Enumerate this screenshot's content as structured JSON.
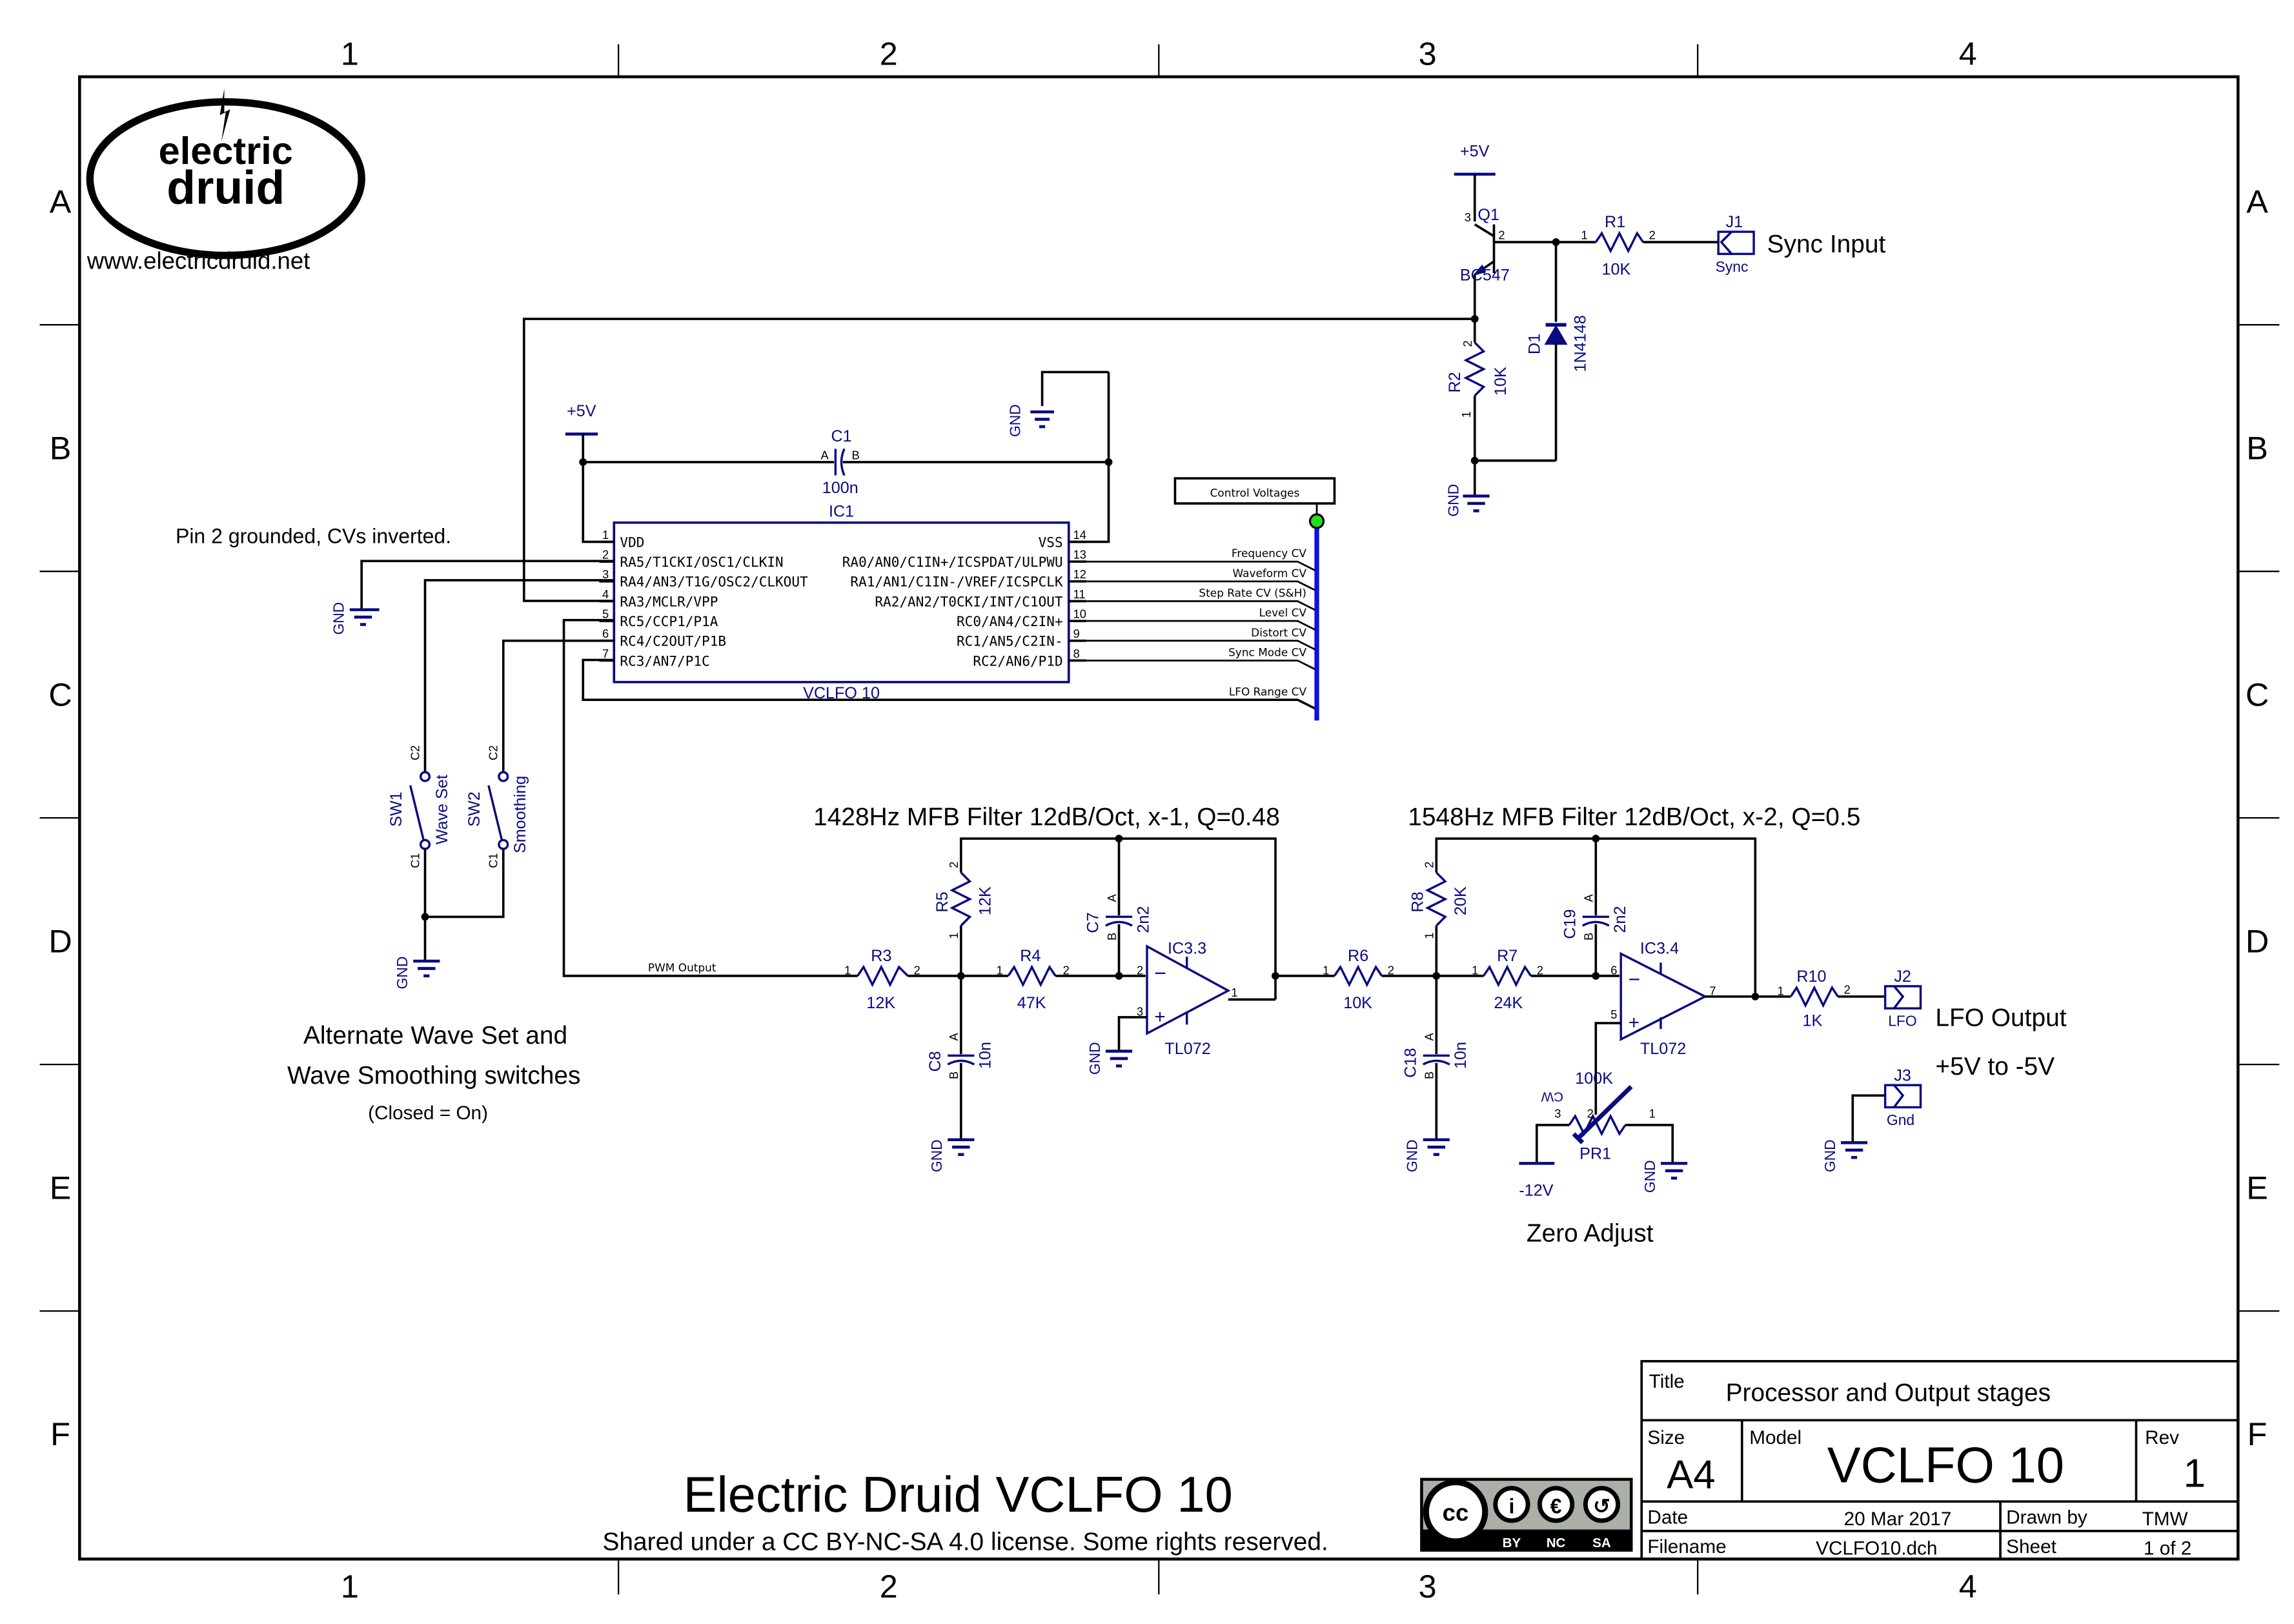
{
  "grid": {
    "columns": [
      "1",
      "2",
      "3",
      "4"
    ],
    "rows": [
      "A",
      "B",
      "C",
      "D",
      "E",
      "F"
    ]
  },
  "logo": {
    "line1": "electric",
    "line2": "druid",
    "url": "www.electricdruid.net"
  },
  "notes": {
    "pin2": "Pin 2 grounded, CVs inverted.",
    "switches_line1": "Alternate Wave Set and",
    "switches_line2": "Wave Smoothing switches",
    "switches_line3": "(Closed = On)",
    "filter1": "1428Hz MFB Filter 12dB/Oct, x-1, Q=0.48",
    "filter2": "1548Hz MFB Filter 12dB/Oct, x-2, Q=0.5",
    "zero_adjust": "Zero Adjust",
    "sync_input": "Sync Input",
    "lfo_output": "LFO Output",
    "output_range": "+5V to -5V"
  },
  "power": {
    "plus5": "+5V",
    "gnd": "GND",
    "minus12": "-12V"
  },
  "ic1": {
    "ref": "IC1",
    "value": "VCLFO 10",
    "left_pins": [
      {
        "num": "1",
        "name": "VDD"
      },
      {
        "num": "2",
        "name": "RA5/T1CKI/OSC1/CLKIN"
      },
      {
        "num": "3",
        "name": "RA4/AN3/T1G/OSC2/CLKOUT"
      },
      {
        "num": "4",
        "name": "RA3/MCLR/VPP"
      },
      {
        "num": "5",
        "name": "RC5/CCP1/P1A"
      },
      {
        "num": "6",
        "name": "RC4/C2OUT/P1B"
      },
      {
        "num": "7",
        "name": "RC3/AN7/P1C"
      }
    ],
    "right_pins": [
      {
        "num": "14",
        "name": "VSS"
      },
      {
        "num": "13",
        "name": "RA0/AN0/C1IN+/ICSPDAT/ULPWU"
      },
      {
        "num": "12",
        "name": "RA1/AN1/C1IN-/VREF/ICSPCLK"
      },
      {
        "num": "11",
        "name": "RA2/AN2/T0CKI/INT/C1OUT"
      },
      {
        "num": "10",
        "name": "RC0/AN4/C2IN+"
      },
      {
        "num": "9",
        "name": "RC1/AN5/C2IN-"
      },
      {
        "num": "8",
        "name": "RC2/AN6/P1D"
      }
    ]
  },
  "bus": {
    "label": "Control Voltages",
    "nets": [
      "Frequency CV",
      "Waveform CV",
      "Step Rate CV (S&H)",
      "Level CV",
      "Distort CV",
      "Sync Mode CV",
      "LFO Range CV"
    ],
    "color": "#1010e0",
    "port_color": "#22dd22"
  },
  "pwm_net": "PWM Output",
  "components": {
    "C1": {
      "ref": "C1",
      "value": "100n"
    },
    "Q1": {
      "ref": "Q1",
      "value": "BC547"
    },
    "R1": {
      "ref": "R1",
      "value": "10K"
    },
    "R2": {
      "ref": "R2",
      "value": "10K"
    },
    "D1": {
      "ref": "D1",
      "value": "1N4148"
    },
    "J1": {
      "ref": "J1",
      "value": "Sync"
    },
    "SW1": {
      "ref": "SW1",
      "value": "Wave Set"
    },
    "SW2": {
      "ref": "SW2",
      "value": "Smoothing"
    },
    "R3": {
      "ref": "R3",
      "value": "12K"
    },
    "R4": {
      "ref": "R4",
      "value": "47K"
    },
    "R5": {
      "ref": "R5",
      "value": "12K"
    },
    "C7": {
      "ref": "C7",
      "value": "2n2"
    },
    "C8": {
      "ref": "C8",
      "value": "10n"
    },
    "IC3_3": {
      "ref": "IC3.3",
      "value": "TL072"
    },
    "R6": {
      "ref": "R6",
      "value": "10K"
    },
    "R7": {
      "ref": "R7",
      "value": "24K"
    },
    "R8": {
      "ref": "R8",
      "value": "20K"
    },
    "C18": {
      "ref": "C18",
      "value": "10n"
    },
    "C19": {
      "ref": "C19",
      "value": "2n2"
    },
    "IC3_4": {
      "ref": "IC3.4",
      "value": "TL072"
    },
    "PR1": {
      "ref": "PR1",
      "value": "100K",
      "cw": "CW"
    },
    "R10": {
      "ref": "R10",
      "value": "1K"
    },
    "J2": {
      "ref": "J2",
      "value": "LFO"
    },
    "J3": {
      "ref": "J3",
      "value": "Gnd"
    }
  },
  "footer": {
    "title": "Electric Druid VCLFO 10",
    "license": "Shared under a CC BY-NC-SA 4.0 license. Some rights reserved.",
    "cc_badges": [
      "BY",
      "NC",
      "SA"
    ]
  },
  "title_block": {
    "title_label": "Title",
    "title_value": "Processor and Output stages",
    "size_label": "Size",
    "size_value": "A4",
    "model_label": "Model",
    "model_value": "VCLFO 10",
    "rev_label": "Rev",
    "rev_value": "1",
    "date_label": "Date",
    "date_value": "20 Mar 2017",
    "drawn_label": "Drawn by",
    "drawn_value": "TMW",
    "filename_label": "Filename",
    "filename_value": "VCLFO10.dch",
    "sheet_label": "Sheet",
    "sheet_value": "1 of 2"
  }
}
